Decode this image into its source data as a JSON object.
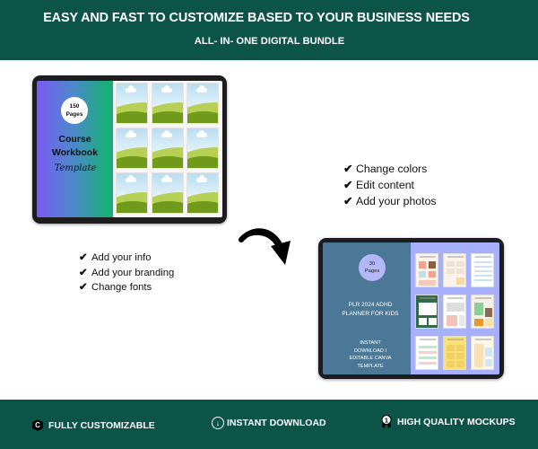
{
  "header": {
    "title": "EASY AND FAST TO CUSTOMIZE BASED TO YOUR BUSINESS NEEDS",
    "subtitle": "ALL- IN- ONE DIGITAL BUNDLE"
  },
  "product_one": {
    "badge_count": "150",
    "badge_unit": "Pages",
    "title_line1": "Course",
    "title_line2": "Workbook",
    "script_text": "Template",
    "gradient_colors": [
      "#7a5cf3",
      "#0fb66a"
    ],
    "thumbnail_count": 9
  },
  "product_two": {
    "badge_count": "30",
    "badge_unit": "Pages",
    "title_line1": "PLR 2024 ADHD",
    "title_line2": "PLANNER FOR KIDS",
    "sub_line1": "INSTANT",
    "sub_line2": "DOWNLOAD I",
    "sub_line3": "EDITABLE CANVA",
    "sub_line4": "TEMPLATE",
    "cover_color": "#4a7896",
    "thumb_bg_color": "#a7b1fb",
    "badge_color": "#b3b7f5"
  },
  "checklist_top": {
    "check_glyph": "✔",
    "items": [
      "Change colors",
      "Edit content",
      "Add your photos"
    ]
  },
  "checklist_left": {
    "check_glyph": "✔",
    "items": [
      "Add your info",
      "Add your branding",
      "Change fonts"
    ]
  },
  "arrow_icon": "curved-arrow-down-right",
  "footer": {
    "features": [
      {
        "icon": "c-hexagon-icon",
        "glyph": "C",
        "label": "FULLY CUSTOMIZABLE"
      },
      {
        "icon": "download-circle-icon",
        "glyph": "↓",
        "label": "INSTANT DOWNLOAD"
      },
      {
        "icon": "award-ribbon-icon",
        "glyph": "1",
        "label": "HIGH QUALITY MOCKUPS"
      }
    ]
  },
  "colors": {
    "brand_green": "#0b5447",
    "text_dark": "#111111"
  }
}
